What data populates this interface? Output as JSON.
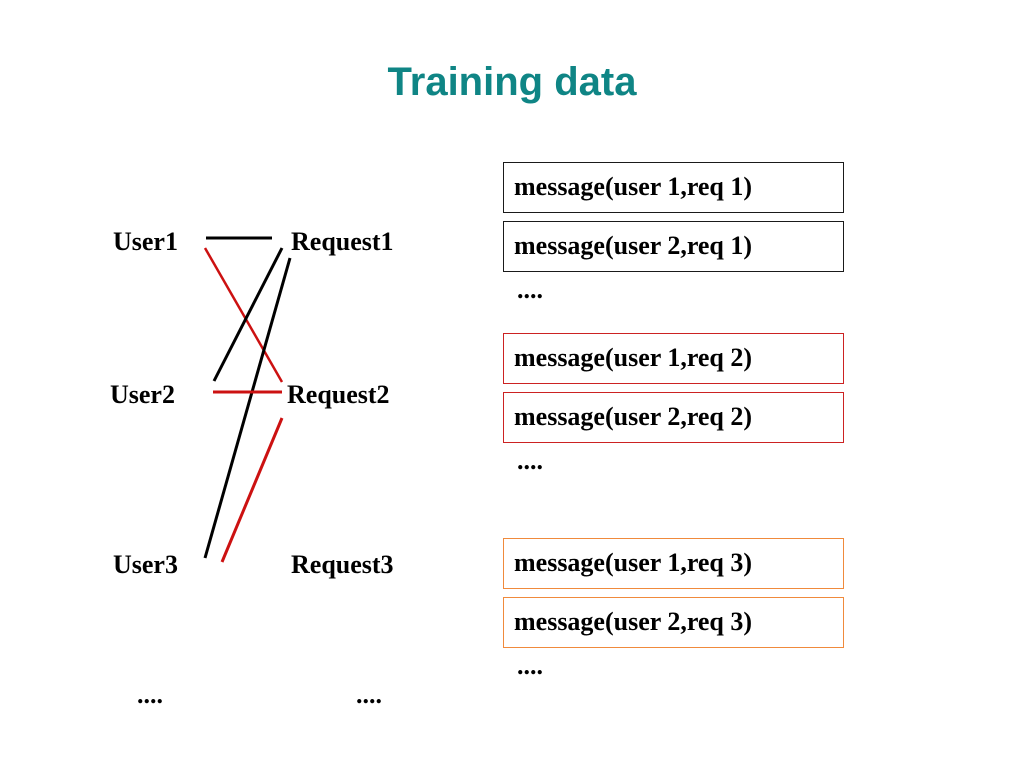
{
  "title": "Training data",
  "users": [
    "User1",
    "User2",
    "User3"
  ],
  "requests": [
    "Request1",
    "Request2",
    "Request3"
  ],
  "left_ellipsis": "....",
  "right_ellipsis": "....",
  "groups": [
    {
      "border_color": "#1a1a1a",
      "messages": [
        "message(user 1,req 1)",
        "message(user 2,req 1)"
      ],
      "ellipsis": "...."
    },
    {
      "border_color": "#cc2222",
      "messages": [
        "message(user 1,req 2)",
        "message(user 2,req 2)"
      ],
      "ellipsis": "...."
    },
    {
      "border_color": "#f08a3c",
      "messages": [
        "message(user 1,req 3)",
        "message(user 2,req 3)"
      ],
      "ellipsis": "...."
    }
  ],
  "link_colors": {
    "black": "#000000",
    "red": "#cc1111"
  }
}
